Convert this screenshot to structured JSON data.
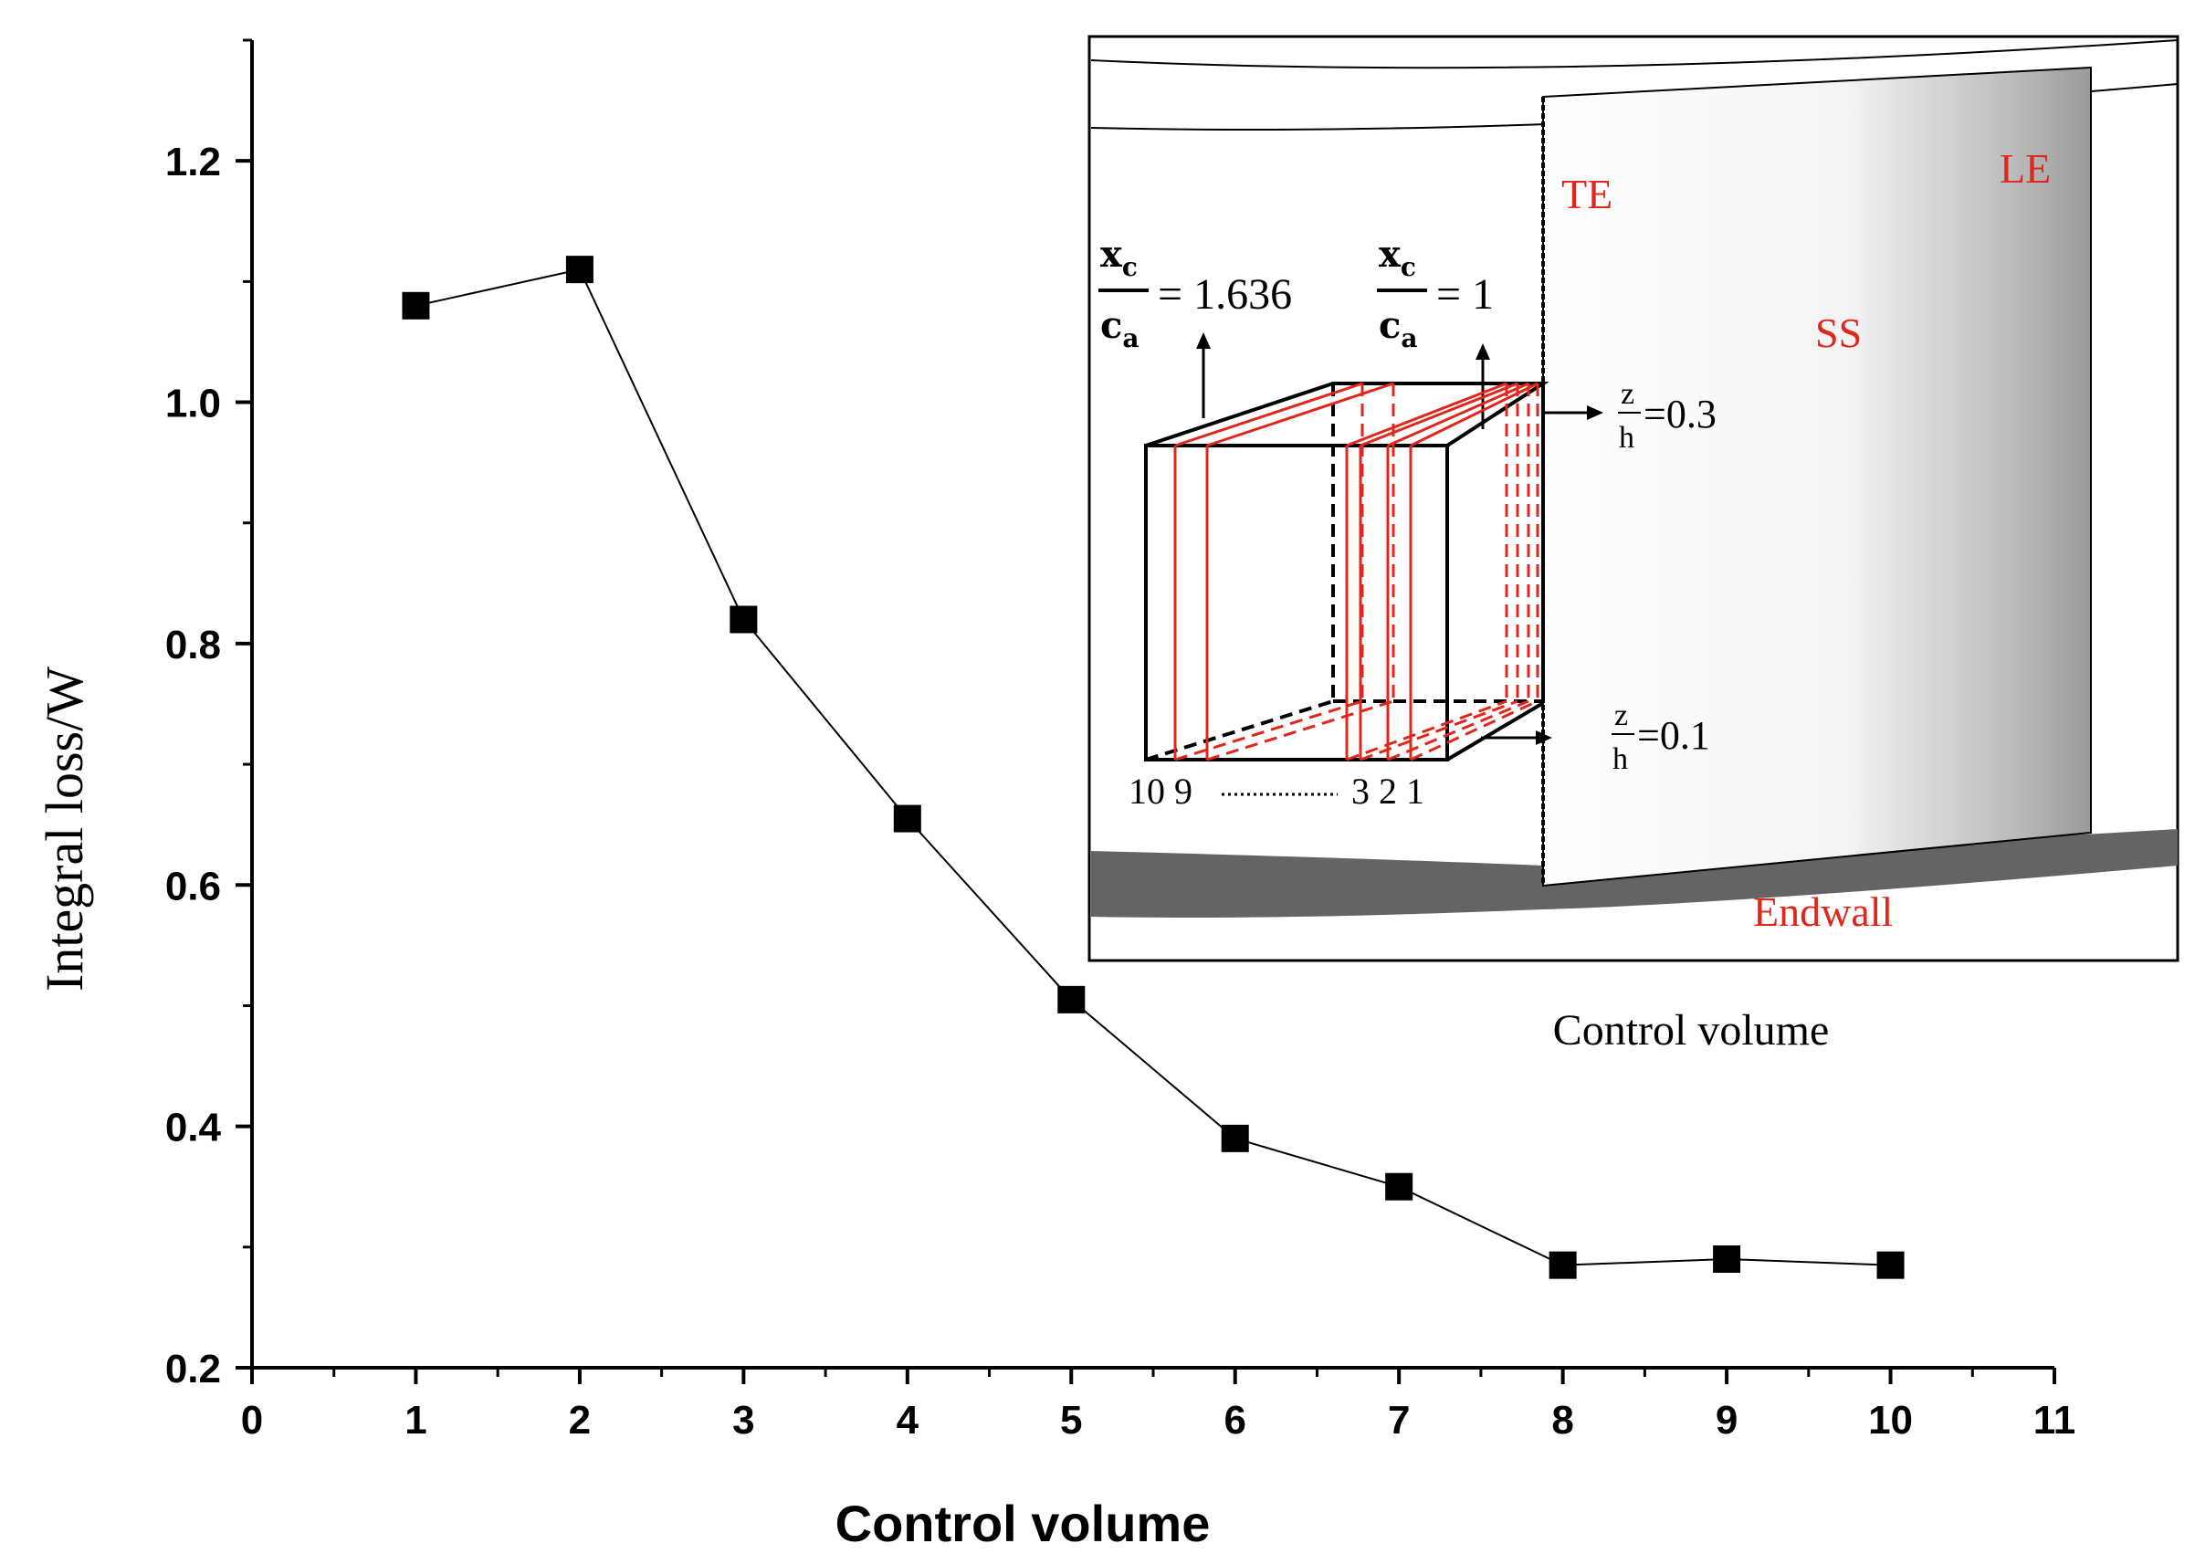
{
  "chart_data": {
    "type": "line",
    "xlabel": "Control volume",
    "ylabel": "Integral loss/W",
    "xlim": [
      0,
      11
    ],
    "ylim": [
      0.2,
      1.3
    ],
    "x_ticks": [
      0,
      1,
      2,
      3,
      4,
      5,
      6,
      7,
      8,
      9,
      10,
      11
    ],
    "y_ticks": [
      0.2,
      0.4,
      0.6,
      0.8,
      1.0,
      1.2
    ],
    "y_tick_labels": [
      "0.2",
      "0.4",
      "0.6",
      "0.8",
      "1.0",
      "1.2"
    ],
    "grid": false,
    "marker": "square",
    "series": [
      {
        "x": [
          1,
          2,
          3,
          4,
          5,
          6,
          7,
          8,
          9,
          10
        ],
        "y": [
          1.08,
          1.11,
          0.82,
          0.655,
          0.505,
          0.39,
          0.35,
          0.285,
          0.29,
          0.285
        ],
        "color": "#000000"
      }
    ]
  },
  "inset": {
    "caption": "Control volume",
    "labels": {
      "te": "TE",
      "le": "LE",
      "ss": "SS",
      "endwall": "Endwall",
      "ratio_left": "= 1.636",
      "ratio_right": "= 1",
      "frac_x": "x",
      "frac_x_sub": "c",
      "frac_c": "c",
      "frac_c_sub": "a",
      "z_top_value": "=0.3",
      "z_bottom_value": "=0.1",
      "z_num": "z",
      "z_den": "h",
      "index_left": "10 9",
      "index_right": "3 2 1"
    },
    "colors": {
      "annotation_red": "#e1261c",
      "endwall_gray": "#646464",
      "frame": "#000000"
    }
  }
}
